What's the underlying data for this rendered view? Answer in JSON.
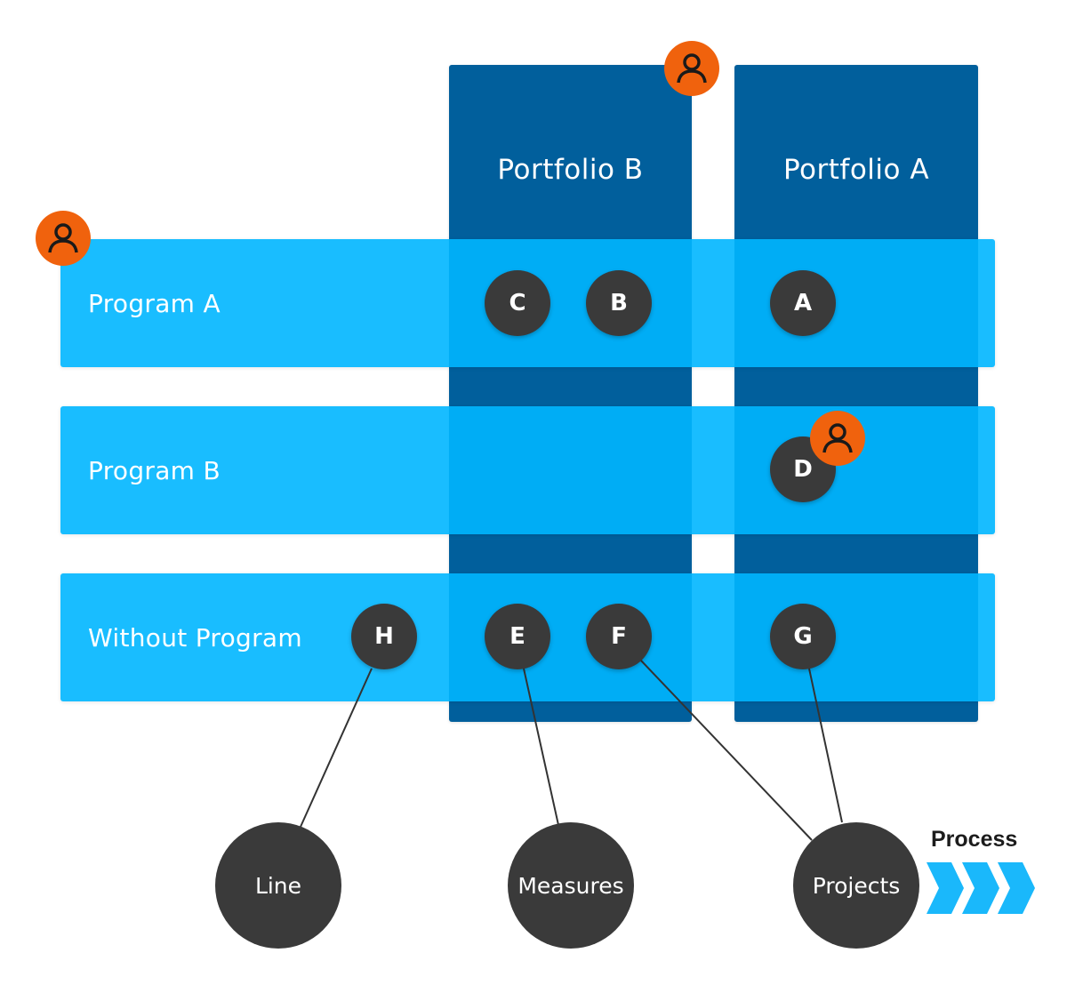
{
  "portfolios": [
    {
      "title": "Portfolio B"
    },
    {
      "title": "Portfolio A"
    }
  ],
  "programs": [
    {
      "label": "Program A"
    },
    {
      "label": "Program B"
    },
    {
      "label": "Without Program"
    }
  ],
  "nodes": [
    {
      "label": "C"
    },
    {
      "label": "B"
    },
    {
      "label": "A"
    },
    {
      "label": "D"
    },
    {
      "label": "H"
    },
    {
      "label": "E"
    },
    {
      "label": "F"
    },
    {
      "label": "G"
    }
  ],
  "legend": [
    {
      "label": "Line"
    },
    {
      "label": "Measures"
    },
    {
      "label": "Projects"
    }
  ],
  "process": {
    "label": "Process"
  },
  "colors": {
    "portfolio": "#015f9c",
    "program": "#00b6ff",
    "node": "#3a3a3a",
    "owner_badge": "#f0620d",
    "process_arrow": "#1ab8fb"
  },
  "icons": {
    "owner": "user-icon",
    "process": "chevron-arrows-icon"
  }
}
